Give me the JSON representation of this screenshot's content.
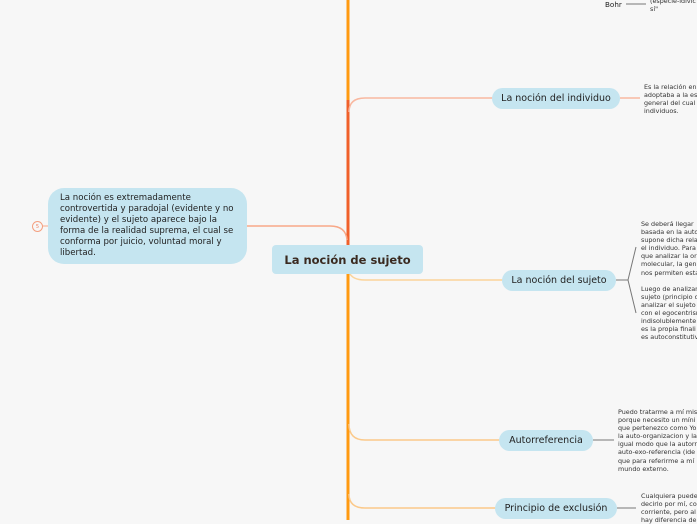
{
  "central_topic": "La noción de sujeto",
  "left_topic": {
    "text": "La noción es extremadamente controvertida y paradojal (evidente y no evidente) y el sujeto aparece bajo la forma de la realidad suprema, el cual se conforma por juicio, voluntad moral y libertad.",
    "collapsed_count": "5"
  },
  "top_fragment": {
    "label": "Bohr",
    "note": "(especie-idivic\nsí\""
  },
  "branches": [
    {
      "label": "La noción del individuo",
      "note": "Es la relación en\nadoptaba a la es\ngeneral del cual\nindividuos."
    },
    {
      "label": "La noción del sujeto",
      "note": "Se deberá llegar\nbasada en la auto\nsupone dicha rela\nel individuo. Para\nque analizar la or\nmolecular, la gen\nnos permiten esta\n\nLuego de analizar\nsujeto (principio d\nanalizar el sujeto\ncon el egocentrism\nindisolublemente\nes la propia finali\nes autoconstitutiv"
    },
    {
      "label": "Autorreferencia",
      "note": "Puedo tratarme a mí mis\nporque necesito un míni\nque pertenezco como Yo\nla auto-organizacion y la\nigual modo que la autorr\nauto-exo-referencia (ide\nque para referirme a mí\nmundo externo."
    },
    {
      "label": "Principio de exclusión",
      "note": "Cualquiera puede\ndecirlo por mí, co\ncorriente, pero al\nhay diferencia de"
    }
  ],
  "colors": {
    "trunk_orange": "#ff9900",
    "trunk_red": "#f0602a",
    "node_fill": "#c5e5f0"
  }
}
